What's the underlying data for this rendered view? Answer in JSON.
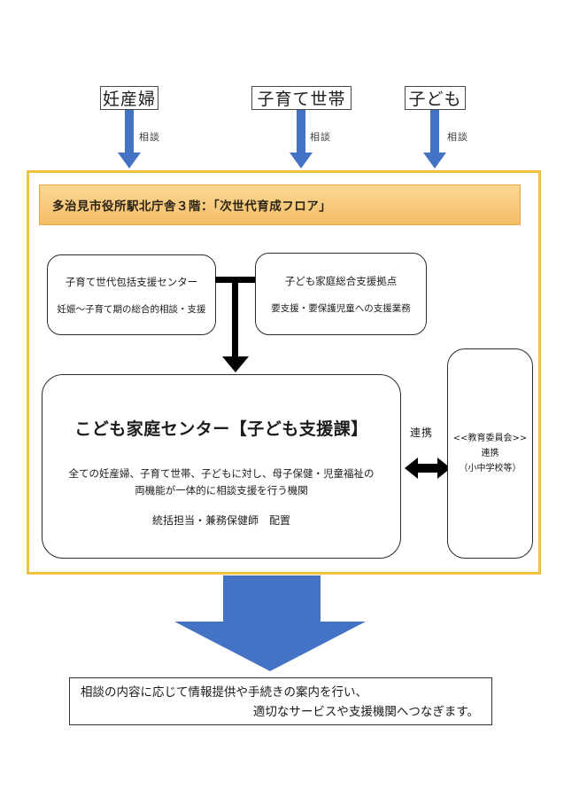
{
  "colors": {
    "arrow_blue": "#4472C4",
    "outer_border_gold": "#EEC13E",
    "header_fill_top": "#FBD794",
    "header_fill_bottom": "#F5BE68",
    "header_border": "#E5A84F",
    "connector_black": "#000000"
  },
  "sources": [
    {
      "label": "妊産婦",
      "arrow_label": "相談"
    },
    {
      "label": "子育て世帯",
      "arrow_label": "相談"
    },
    {
      "label": "子ども",
      "arrow_label": "相談"
    }
  ],
  "floor": {
    "header": "多治見市役所駅北庁舎３階：「次世代育成フロア」",
    "left_box": {
      "line1": "子育て世代包括支援センター",
      "line2": "妊娠～子育て期の総合的相談・支援"
    },
    "right_box": {
      "line1": "子ども家庭総合支援拠点",
      "line2": "要支援・要保護児童への支援業務"
    },
    "center_box": {
      "title": "こども家庭センター【子ども支援課】",
      "desc1": "全ての妊産婦、子育て世帯、子どもに対し、母子保健・児童福祉の",
      "desc2": "両機能が一体的に相談支援を行う機関",
      "staff": "統括担当・兼務保健師　配置"
    },
    "link_label": "連携",
    "education_box": {
      "line1": "<<教育委員会>>",
      "line2": "連携",
      "line3": "（小中学校等）"
    }
  },
  "outcome": {
    "line1": "相談の内容に応じて情報提供や手続きの案内を行い、",
    "line2": "適切なサービスや支援機関へつなぎます。"
  }
}
